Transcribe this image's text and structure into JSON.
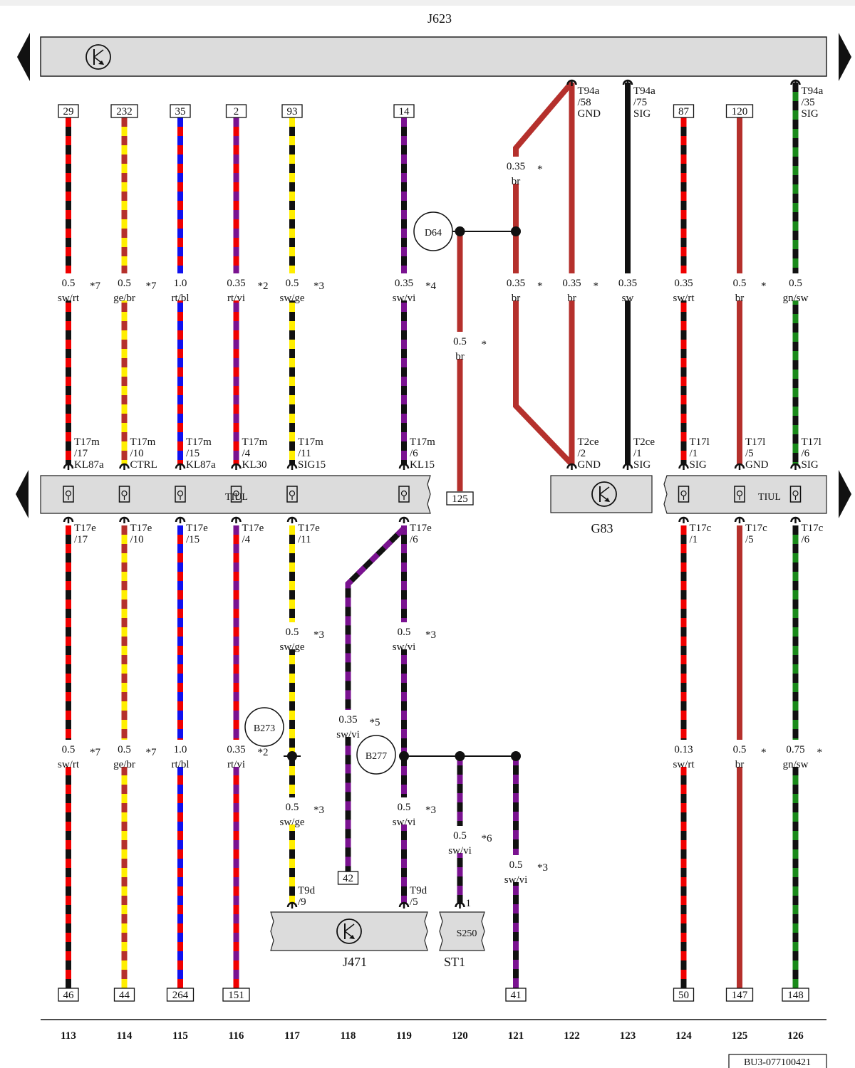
{
  "header": {
    "title": "J623"
  },
  "gauge": {
    "scale_1": "0.5",
    "scale_2": "0.35",
    "scale_3": "1.0",
    "scale_4": "0.13",
    "scale_5": "0.75"
  },
  "colors": {
    "red": "#f00000",
    "black": "#111111",
    "yellow": "#ffee00",
    "brown": "#b5302c",
    "blue": "#1010ee",
    "violet": "#7a1290",
    "green": "#1a8a1a",
    "housing": "#dcdcdc"
  },
  "wires": [
    {
      "col": 113,
      "top_pin": "29",
      "upper": {
        "gauge": "0.5",
        "color": "sw/rt",
        "note": "*7"
      },
      "t_upper": [
        "T17m",
        "/17",
        "KL87a"
      ],
      "t_lower": [
        "T17e",
        "/17"
      ],
      "lower": {
        "gauge": "0.5",
        "color": "sw/rt",
        "note": "*7"
      },
      "bottom_pin": "46"
    },
    {
      "col": 114,
      "top_pin": "232",
      "upper": {
        "gauge": "0.5",
        "color": "ge/br",
        "note": "*7"
      },
      "t_upper": [
        "T17m",
        "/10",
        "CTRL"
      ],
      "t_lower": [
        "T17e",
        "/10"
      ],
      "lower": {
        "gauge": "0.5",
        "color": "ge/br",
        "note": "*7"
      },
      "bottom_pin": "44"
    },
    {
      "col": 115,
      "top_pin": "35",
      "upper": {
        "gauge": "1.0",
        "color": "rt/bl",
        "note": ""
      },
      "t_upper": [
        "T17m",
        "/15",
        "KL87a"
      ],
      "t_lower": [
        "T17e",
        "/15"
      ],
      "lower": {
        "gauge": "1.0",
        "color": "rt/bl",
        "note": ""
      },
      "bottom_pin": "264"
    },
    {
      "col": 116,
      "top_pin": "2",
      "upper": {
        "gauge": "0.35",
        "color": "rt/vi",
        "note": "*2"
      },
      "t_upper": [
        "T17m",
        "/4",
        "KL30"
      ],
      "t_lower": [
        "T17e",
        "/4"
      ],
      "lower": {
        "gauge": "0.35",
        "color": "rt/vi",
        "note": "*2"
      },
      "bottom_pin": "151"
    },
    {
      "col": 117,
      "top_pin": "93",
      "upper": {
        "gauge": "0.5",
        "color": "sw/ge",
        "note": "*3"
      },
      "t_upper": [
        "T17m",
        "/11",
        "SIG15"
      ],
      "t_lower": [
        "T17e",
        "/11"
      ],
      "mid": {
        "gauge": "0.5",
        "color": "sw/ge",
        "note": "*3"
      },
      "lower": {
        "gauge": "0.5",
        "color": "sw/ge",
        "note": "*3"
      },
      "bottom_terminal": [
        "T9d",
        "/9"
      ]
    },
    {
      "col": 118,
      "label": {
        "gauge": "0.35",
        "color": "sw/vi",
        "note": "*5"
      },
      "bottom_pin": "42"
    },
    {
      "col": 119,
      "top_pin": "14",
      "upper": {
        "gauge": "0.35",
        "color": "sw/vi",
        "note": "*4"
      },
      "t_upper": [
        "T17m",
        "/6",
        "KL15"
      ],
      "t_lower": [
        "T17e",
        "/6"
      ],
      "mid": {
        "gauge": "0.5",
        "color": "sw/vi",
        "note": "*3"
      },
      "lower": {
        "gauge": "0.5",
        "color": "sw/vi",
        "note": "*3"
      },
      "bottom_terminal": [
        "T9d",
        "/5"
      ]
    },
    {
      "col": 120,
      "d64_branch": {
        "gauge": "0.5",
        "color": "br",
        "note": "*"
      },
      "pin_125": "125",
      "s250_wire": {
        "gauge": "0.5",
        "color": "sw/vi",
        "note": "*6"
      },
      "s250_pin": "1"
    },
    {
      "col": 121,
      "upper_a": {
        "gauge": "0.35",
        "color": "br",
        "note": "*"
      },
      "upper_b": {
        "gauge": "0.35",
        "color": "br",
        "note": "*"
      },
      "lower": {
        "gauge": "0.5",
        "color": "sw/vi",
        "note": "*3"
      },
      "bottom_pin": "41"
    },
    {
      "col": 122,
      "top_terminal": [
        "T94a",
        "/58",
        "GND"
      ],
      "upper": {
        "gauge": "0.35",
        "color": "br",
        "note": "*"
      },
      "g83_terminal": [
        "T2ce",
        "/2",
        "GND"
      ]
    },
    {
      "col": 123,
      "top_terminal": [
        "T94a",
        "/75",
        "SIG"
      ],
      "upper": {
        "gauge": "0.35",
        "color": "sw",
        "note": ""
      },
      "g83_terminal": [
        "T2ce",
        "/1",
        "SIG"
      ]
    },
    {
      "col": 124,
      "top_pin": "87",
      "upper": {
        "gauge": "0.35",
        "color": "sw/rt",
        "note": ""
      },
      "t_upper": [
        "T17l",
        "/1",
        "SIG"
      ],
      "t_lower": [
        "T17c",
        "/1"
      ],
      "lower": {
        "gauge": "0.13",
        "color": "sw/rt",
        "note": ""
      },
      "bottom_pin": "50"
    },
    {
      "col": 125,
      "top_pin": "120",
      "upper": {
        "gauge": "0.5",
        "color": "br",
        "note": "*"
      },
      "t_upper": [
        "T17l",
        "/5",
        "GND"
      ],
      "t_lower": [
        "T17c",
        "/5"
      ],
      "lower": {
        "gauge": "0.5",
        "color": "br",
        "note": "*"
      },
      "bottom_pin": "147"
    },
    {
      "col": 126,
      "top_terminal": [
        "T94a",
        "/35",
        "SIG"
      ],
      "upper": {
        "gauge": "0.5",
        "color": "gn/sw",
        "note": ""
      },
      "t_upper": [
        "T17l",
        "/6",
        "SIG"
      ],
      "t_lower": [
        "T17c",
        "/6"
      ],
      "lower": {
        "gauge": "0.75",
        "color": "gn/sw",
        "note": "*"
      },
      "bottom_pin": "148"
    }
  ],
  "connectors": {
    "left": "TIUL",
    "right": "TIUL"
  },
  "components": {
    "g83": "G83",
    "j471": "J471",
    "st1": "ST1",
    "s250": "S250"
  },
  "junctions": {
    "d64": "D64",
    "b273": "B273",
    "b277": "B277"
  },
  "footer": {
    "columns": [
      "113",
      "114",
      "115",
      "116",
      "117",
      "118",
      "119",
      "120",
      "121",
      "122",
      "123",
      "124",
      "125",
      "126"
    ],
    "doc_id": "BU3-077100421"
  }
}
